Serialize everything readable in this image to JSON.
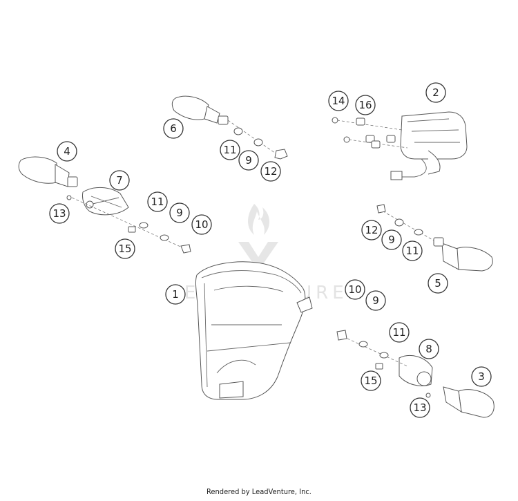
{
  "diagram": {
    "watermark": "LEADVENTURE",
    "callouts": [
      "1",
      "2",
      "3",
      "4",
      "5",
      "6",
      "7",
      "8",
      "9",
      "10",
      "11",
      "12",
      "13",
      "14",
      "15",
      "16"
    ],
    "credit": "Rendered by LeadVenture, Inc."
  }
}
